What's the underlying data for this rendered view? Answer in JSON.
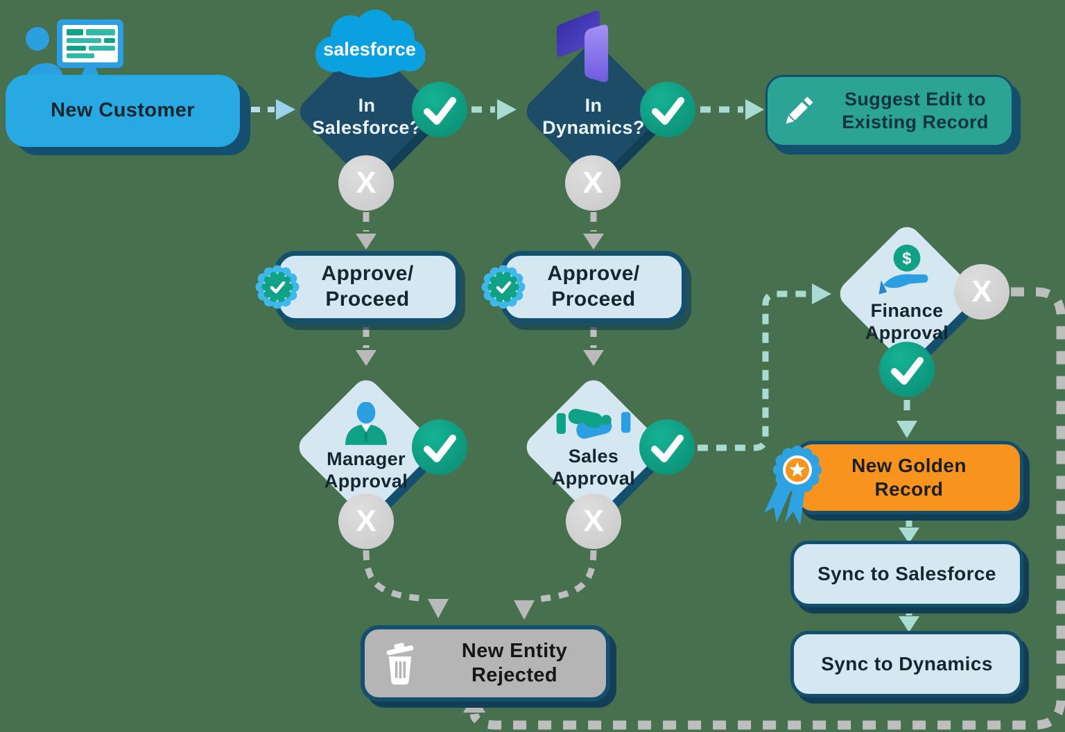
{
  "background_color": "#47704E",
  "colors": {
    "node_blue": "#29A9E1",
    "node_teal": "#2BA496",
    "node_orange": "#F8941E",
    "node_gray": "#B5B5B5",
    "node_light_blue": "#D5E8F1",
    "diamond_dark": "#1D4C68",
    "outline_navy": "#14506E",
    "check_green": "#10A287",
    "x_circle_gray": "#CFCFCF",
    "dash_teal": "#A9DBD3",
    "dash_gray": "#BEBEBE",
    "dash_blue": "#B7DCEA",
    "salesforce_blue": "#0BA0DF",
    "dynamics_purple": "#6F5BDE"
  },
  "icons": {
    "x_mark": "X",
    "dollar_sign": "$",
    "salesforce_wordmark": "salesforce"
  },
  "nodes": {
    "new_customer": {
      "label": "New Customer"
    },
    "in_salesforce": {
      "lines": [
        "In",
        "Salesforce?"
      ]
    },
    "in_dynamics": {
      "lines": [
        "In",
        "Dynamics?"
      ]
    },
    "suggest_edit": {
      "lines": [
        "Suggest Edit to",
        "Existing Record"
      ]
    },
    "approve_proceed_left": {
      "lines": [
        "Approve/",
        "Proceed"
      ]
    },
    "approve_proceed_right": {
      "lines": [
        "Approve/",
        "Proceed"
      ]
    },
    "manager_approval": {
      "lines": [
        "Manager",
        "Approval"
      ]
    },
    "sales_approval": {
      "lines": [
        "Sales",
        "Approval"
      ]
    },
    "finance_approval": {
      "lines": [
        "Finance",
        "Approval"
      ]
    },
    "new_golden_record": {
      "lines": [
        "New Golden",
        "Record"
      ]
    },
    "sync_to_salesforce": {
      "label": "Sync to Salesforce"
    },
    "sync_to_dynamics": {
      "label": "Sync to Dynamics"
    },
    "new_entity_rejected": {
      "lines": [
        "New Entity",
        "Rejected"
      ]
    }
  }
}
